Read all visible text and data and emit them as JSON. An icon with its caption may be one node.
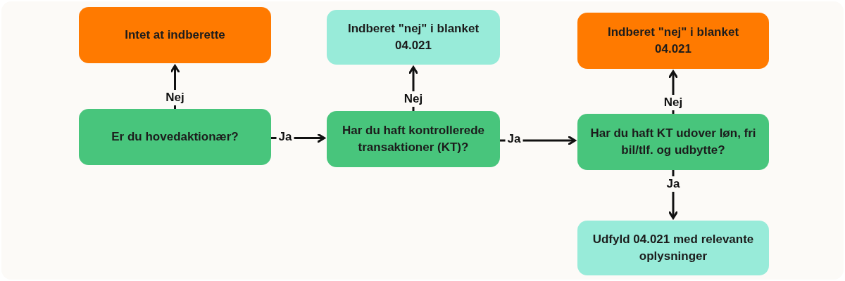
{
  "diagram": {
    "nodes": [
      {
        "text": [
          "Intet at indberette"
        ]
      },
      {
        "text": [
          "Indberet \"nej\" i blanket 04.021"
        ]
      },
      {
        "text": [
          "Indberet \"nej\" i blanket 04.021"
        ]
      },
      {
        "text": [
          "Er du hovedaktionær?"
        ]
      },
      {
        "text": [
          "Har du haft kontrollerede transaktioner (KT)?"
        ]
      },
      {
        "text": [
          "Har du haft KT udover løn, fri bil/tlf. og udbytte?"
        ]
      },
      {
        "text": [
          "Udfyld 04.021 med relevante oplysninger"
        ]
      }
    ],
    "edges": [
      {
        "from": 3,
        "to": 0,
        "arrow": "to",
        "label": "Nej"
      },
      {
        "from": 3,
        "to": 4,
        "arrow": "to",
        "label": "Ja"
      },
      {
        "from": 4,
        "to": 1,
        "arrow": "to",
        "label": "Nej"
      },
      {
        "from": 4,
        "to": 5,
        "arrow": "to",
        "label": "Ja"
      },
      {
        "from": 5,
        "to": 2,
        "arrow": "to",
        "label": "Nej"
      },
      {
        "from": 5,
        "to": 6,
        "arrow": "to",
        "label": "Ja"
      }
    ]
  }
}
